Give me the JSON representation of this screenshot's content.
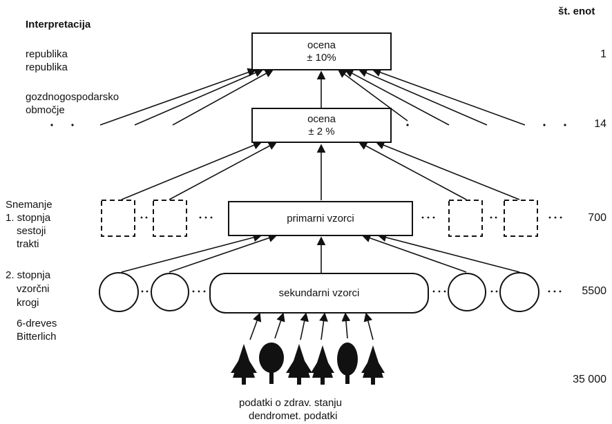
{
  "header": {
    "title": "Interpretacija",
    "units_heading": "št. enot"
  },
  "left_labels": {
    "republika_1": "republika",
    "republika_2": "republika",
    "gozd_1": "gozdnogospodarsko",
    "gozd_2": "območje",
    "snemanje": "Snemanje",
    "stopnja1": "1. stopnja",
    "sestoji": "sestoji",
    "trakti": "trakti",
    "stopnja2": "2. stopnja",
    "vzorcni": "vzorčni",
    "krogi": "krogi",
    "dreves": "6-dreves",
    "bitterlich": "Bitterlich"
  },
  "boxes": {
    "top_line1": "ocena",
    "top_line2": "± 10%",
    "mid_line1": "ocena",
    "mid_line2": "± 2 %",
    "primary": "primarni vzorci",
    "secondary": "sekundarni vzorci"
  },
  "counts": {
    "level1": "1",
    "level2": "14",
    "level3": "700",
    "level4": "5500",
    "level5": "35 000"
  },
  "footer": {
    "line1": "podatki o zdrav. stanju",
    "line2": "dendromet. podatki"
  },
  "icons": [
    "conifer-tree-icon",
    "deciduous-tree-icon",
    "conifer-tree-icon",
    "conifer-tree-icon",
    "deciduous-tree-icon",
    "conifer-tree-icon"
  ]
}
